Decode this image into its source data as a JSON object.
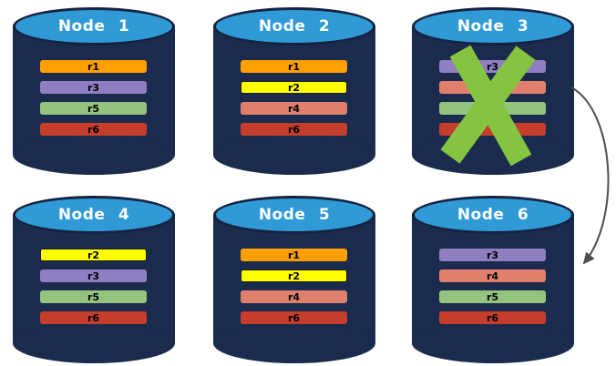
{
  "nodes": [
    {
      "name": "Node 1",
      "rows": [
        {
          "label": "r1",
          "color": "#FF9F00"
        },
        {
          "label": "r3",
          "color": "#8F7EC2"
        },
        {
          "label": "r5",
          "color": "#93C47D"
        },
        {
          "label": "r6",
          "color": "#C43E2B"
        }
      ]
    },
    {
      "name": "Node 2",
      "rows": [
        {
          "label": "r1",
          "color": "#FF9F00"
        },
        {
          "label": "r2",
          "color": "#FFFF00",
          "border": "#1f1f1f"
        },
        {
          "label": "r4",
          "color": "#E0806C"
        },
        {
          "label": "r6",
          "color": "#C43E2B"
        }
      ]
    },
    {
      "name": "Node 3",
      "rows": [
        {
          "label": "r3",
          "color": "#8F7EC2"
        },
        {
          "label": "",
          "color": "#E0806C"
        },
        {
          "label": "",
          "color": "#93C47D"
        },
        {
          "label": "",
          "color": "#C43E2B"
        }
      ]
    },
    {
      "name": "Node 4",
      "rows": [
        {
          "label": "r2",
          "color": "#FFFF00",
          "border": "#1f1f1f"
        },
        {
          "label": "r3",
          "color": "#8F7EC2"
        },
        {
          "label": "r5",
          "color": "#93C47D"
        },
        {
          "label": "r6",
          "color": "#C43E2B"
        }
      ]
    },
    {
      "name": "Node 5",
      "rows": [
        {
          "label": "r1",
          "color": "#FF9F00"
        },
        {
          "label": "r2",
          "color": "#FFFF00",
          "border": "#1f1f1f"
        },
        {
          "label": "r4",
          "color": "#E0806C"
        },
        {
          "label": "r6",
          "color": "#C43E2B"
        }
      ]
    },
    {
      "name": "Node 6",
      "rows": [
        {
          "label": "r3",
          "color": "#8F7EC2"
        },
        {
          "label": "r4",
          "color": "#E0806C"
        },
        {
          "label": "r5",
          "color": "#93C47D"
        },
        {
          "label": "r6",
          "color": "#C43E2B"
        }
      ]
    }
  ],
  "colors": {
    "cylinder_body": "#1B2B4D",
    "cylinder_top": "#2F9AD5",
    "cylinder_outline": "#152341",
    "x_mark": "#84C441",
    "arrow": "#4D4D4D",
    "replica_palette": {
      "r1": "#FF9F00",
      "r2": "#FFFF00",
      "r3": "#8F7EC2",
      "r4": "#E0806C",
      "r5": "#93C47D",
      "r6": "#C43E2B"
    }
  },
  "icons": {
    "x_mark": "x-mark-icon",
    "arrow": "curved-arrow-icon"
  }
}
